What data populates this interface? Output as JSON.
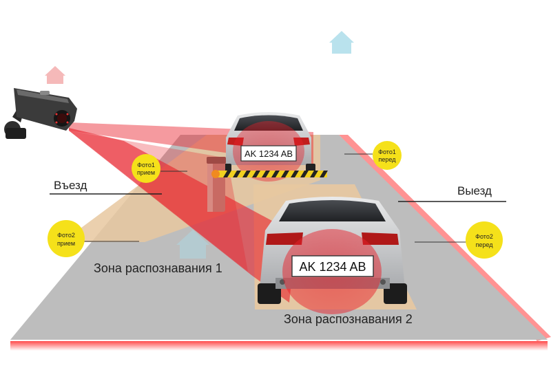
{
  "labels": {
    "entry": "Въезд",
    "exit": "Выезд",
    "zone1": "Зона распознавания 1",
    "zone2": "Зона распознавания 2"
  },
  "plates": {
    "far": "AK 1234 AB",
    "near": "AK 1234 AB"
  },
  "badges": {
    "photo1_entry": [
      "Фото1",
      "прием"
    ],
    "photo1_front": [
      "Фото1",
      "перед"
    ],
    "photo2_entry": [
      "Фото2",
      "прием"
    ],
    "photo2_front": [
      "Фото2",
      "перед"
    ]
  },
  "colors": {
    "road": "#bdbdbd",
    "zone": "#e8c8a0",
    "beam": "#e8202a",
    "badge": "#f5e11a",
    "car": "#d9dadb",
    "watermark": "#a8dbe8"
  },
  "icons": [
    "camera-icon",
    "home-watermark-icon",
    "barrier-icon"
  ]
}
